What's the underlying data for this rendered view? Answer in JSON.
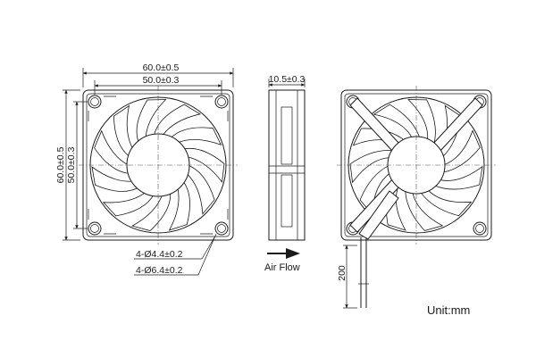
{
  "front_view": {
    "width_outer": "60.0±0.5",
    "width_holes": "50.0±0.3",
    "height_outer": "60.0±0.5",
    "height_holes": "50.0±0.3",
    "hole_small": "4-Ø4.4±0.2",
    "hole_large": "4-Ø6.4±0.2"
  },
  "side_view": {
    "thickness": "10.5±0.3",
    "airflow_label": "Air Flow"
  },
  "back_view": {
    "lead_length": "200"
  },
  "unit_label": "Unit:mm"
}
